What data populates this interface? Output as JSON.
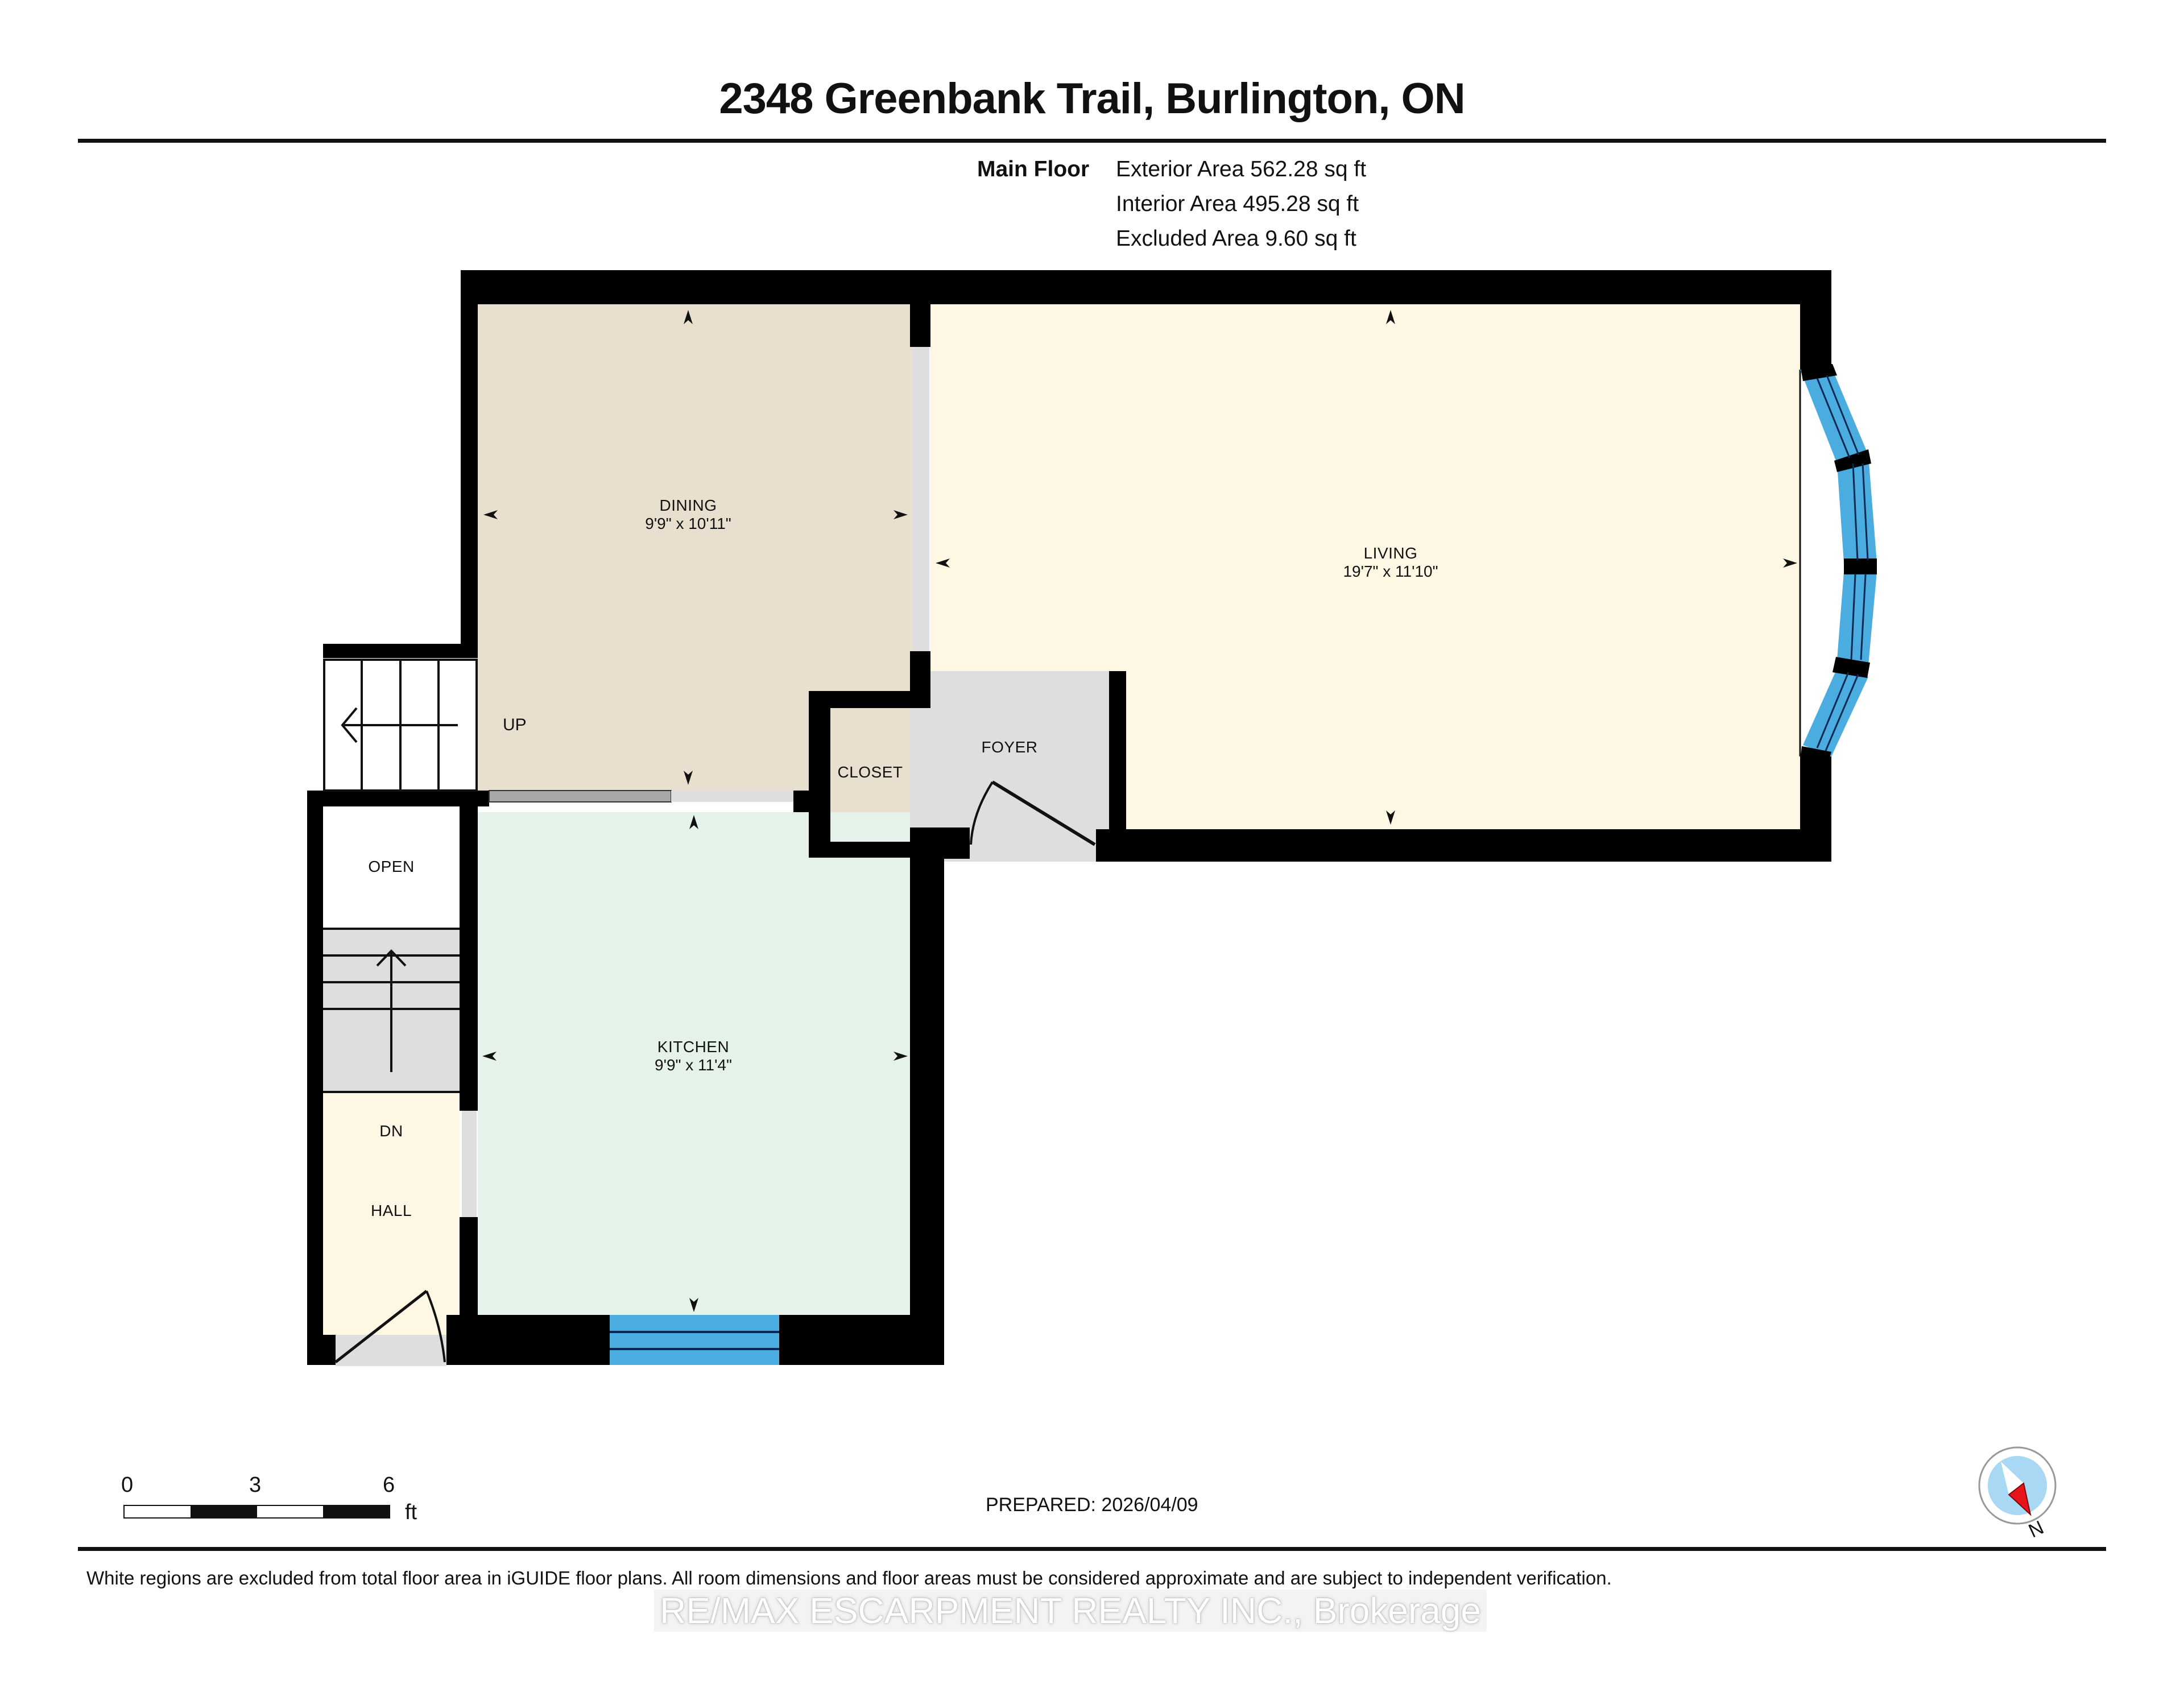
{
  "header": {
    "title": "2348 Greenbank Trail, Burlington, ON"
  },
  "floor_summary": {
    "floor_name": "Main Floor",
    "lines": [
      "Exterior Area 562.28 sq ft",
      "Interior Area 495.28 sq ft",
      "Excluded Area 9.60 sq ft"
    ]
  },
  "rooms": {
    "dining": {
      "name": "DINING",
      "dims": "9'9\" x 10'11\"",
      "color": "#E8DFCE"
    },
    "living": {
      "name": "LIVING",
      "dims": "19'7\" x 11'10\"",
      "color": "#FDF7E3"
    },
    "kitchen": {
      "name": "KITCHEN",
      "dims": "9'9\" x 11'4\"",
      "color": "#E5F2EA"
    },
    "closet": {
      "name": "CLOSET",
      "color": "#E8DFCE"
    },
    "foyer": {
      "name": "FOYER",
      "color": "#DEDEDE"
    },
    "hall": {
      "name": "HALL",
      "color": "#FDF7E3"
    },
    "open": {
      "name": "OPEN"
    }
  },
  "stair_labels": {
    "up": "UP",
    "down": "DN"
  },
  "colors": {
    "wall": "#000000",
    "window": "#4BACE0",
    "opening": "#DEDEDE",
    "sliding_door": "#A8A8A8"
  },
  "scale_bar": {
    "ticks": [
      "0",
      "3",
      "6"
    ],
    "unit": "ft"
  },
  "prepared": "PREPARED: 2026/04/09",
  "compass": {
    "label": "N"
  },
  "footer": {
    "disclaimer": "White regions are excluded from total floor area in iGUIDE floor plans. All room dimensions and floor areas must be considered approximate and are subject to independent verification.",
    "watermark": "RE/MAX ESCARPMENT REALTY INC., Brokerage"
  }
}
